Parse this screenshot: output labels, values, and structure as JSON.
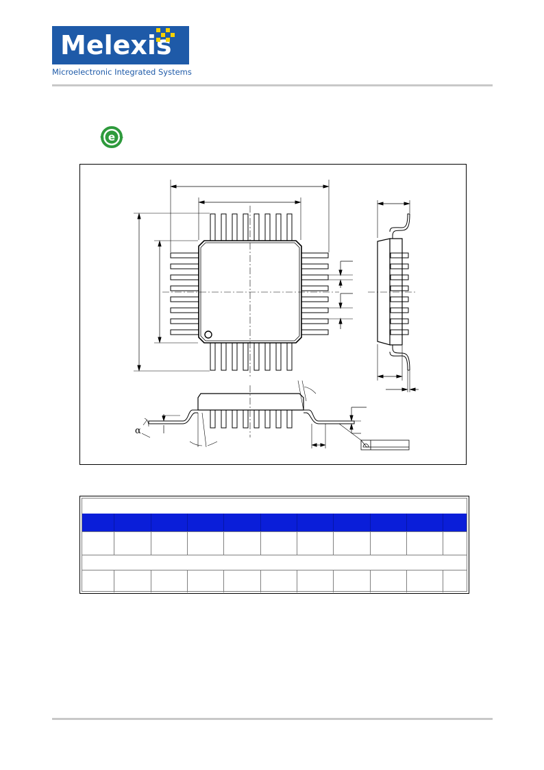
{
  "header": {
    "logo_text": "Melexis",
    "tagline": "Microelectronic Integrated Systems",
    "brand_color": "#1e5aa8",
    "accent_color": "#f5d200"
  },
  "eco_badge": {
    "icon": "eco-e-icon",
    "letter": "e",
    "color": "#2e9a3c"
  },
  "drawing": {
    "alpha_label": "α"
  },
  "table": {
    "header_color": "#0a1ed9",
    "column_count": 11
  }
}
